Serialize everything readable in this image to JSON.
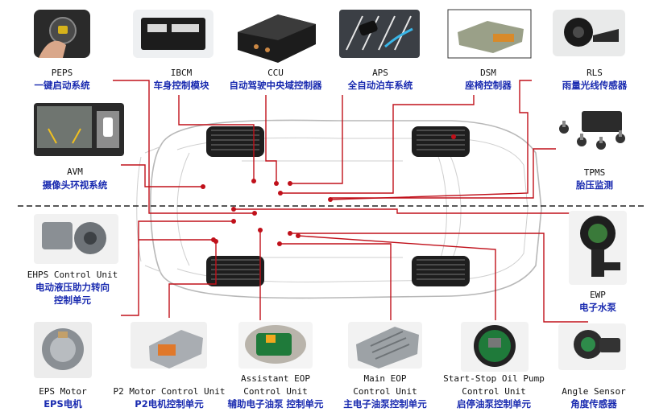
{
  "components": [
    {
      "id": "peps",
      "en": "PEPS",
      "cn": "一键启动系统",
      "icon": "push-button-start-icon"
    },
    {
      "id": "ibcm",
      "en": "IBCM",
      "cn": "车身控制模块",
      "icon": "body-control-module-icon"
    },
    {
      "id": "ccu",
      "en": "CCU",
      "cn": "自动驾驶中央域控制器",
      "icon": "central-domain-controller-icon"
    },
    {
      "id": "aps",
      "en": "APS",
      "cn": "全自动泊车系统",
      "icon": "auto-parking-icon"
    },
    {
      "id": "dsm",
      "en": "DSM",
      "cn": "座椅控制器",
      "icon": "seat-controller-icon"
    },
    {
      "id": "rls",
      "en": "RLS",
      "cn": "雨量光线传感器",
      "icon": "rain-light-sensor-icon"
    },
    {
      "id": "avm",
      "en": "AVM",
      "cn": "摄像头环视系统",
      "icon": "surround-view-camera-icon"
    },
    {
      "id": "tpms",
      "en": "TPMS",
      "cn": "胎压监测",
      "icon": "tire-pressure-sensor-icon"
    },
    {
      "id": "ehps",
      "en": "EHPS Control Unit",
      "cn": "电动液压助力转向",
      "cn2": "控制单元",
      "icon": "ehps-pump-icon"
    },
    {
      "id": "ewp",
      "en": "EWP",
      "cn": "电子水泵",
      "icon": "electric-water-pump-icon"
    },
    {
      "id": "eps",
      "en": "EPS Motor",
      "cn": "EPS电机",
      "icon": "eps-motor-icon"
    },
    {
      "id": "p2",
      "en": "P2 Motor Control Unit",
      "cn": "P2电机控制单元",
      "icon": "p2-motor-controller-icon"
    },
    {
      "id": "aeop",
      "en": "Assistant EOP",
      "en2": "Control Unit",
      "cn": "辅助电子油泵 控制单元",
      "icon": "assistant-eop-board-icon"
    },
    {
      "id": "meop",
      "en": "Main EOP",
      "en2": "Control Unit",
      "cn": "主电子油泵控制单元",
      "icon": "main-eop-controller-icon"
    },
    {
      "id": "ssop",
      "en": "Start-Stop Oil Pump",
      "en2": "Control Unit",
      "cn": "启停油泵控制单元",
      "icon": "start-stop-pump-board-icon"
    },
    {
      "id": "angle",
      "en": "Angle Sensor",
      "cn": "角度传感器",
      "icon": "angle-sensor-icon"
    }
  ],
  "colors": {
    "wire": "#c0101a",
    "label_cn": "#1a2bb0",
    "label_en": "#111111",
    "car_outline": "#b8b8b8"
  }
}
